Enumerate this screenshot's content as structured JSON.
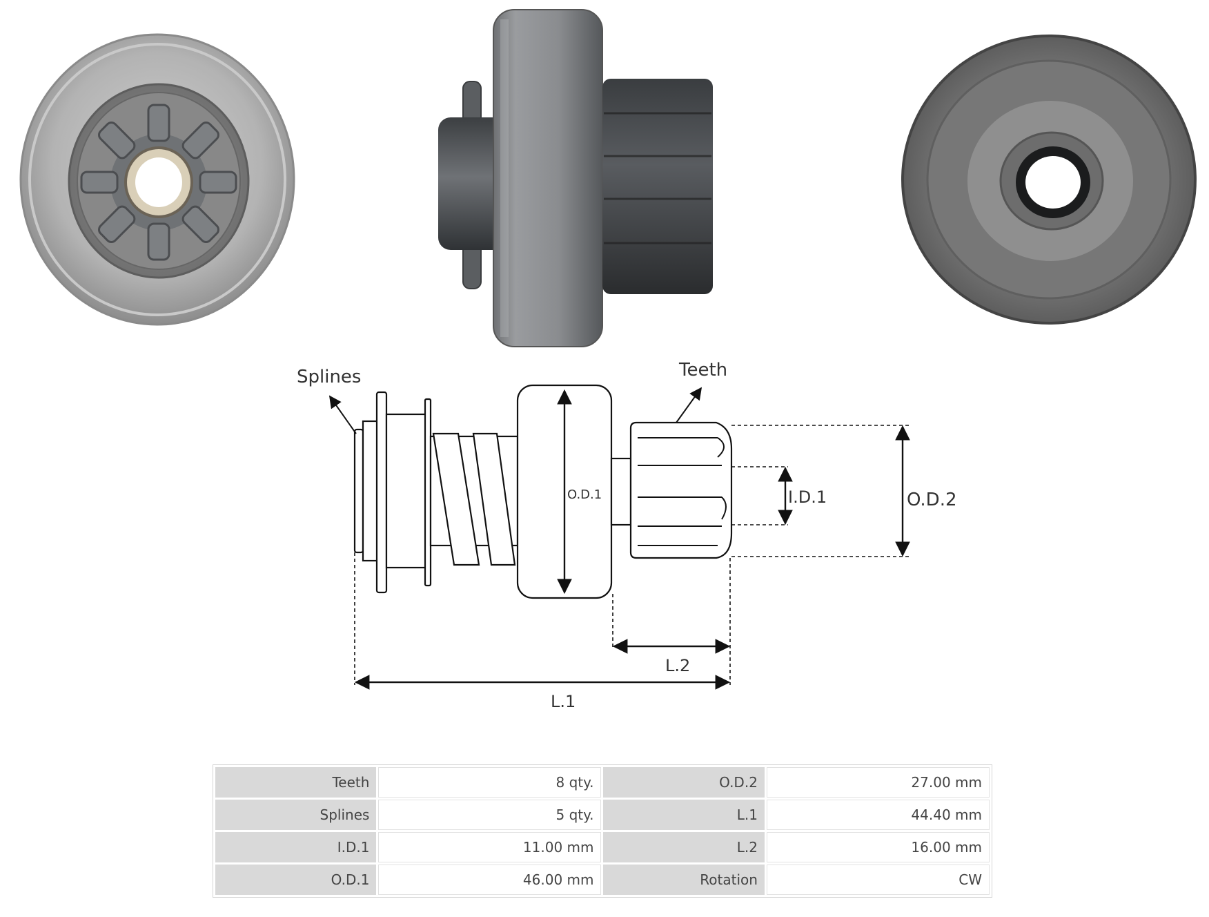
{
  "diagram": {
    "labels": {
      "splines": "Splines",
      "teeth": "Teeth",
      "od1": "O.D.1",
      "id1": "I.D.1",
      "od2": "O.D.2",
      "l1": "L.1",
      "l2": "L.2"
    }
  },
  "specs": {
    "rows": [
      {
        "k1": "Teeth",
        "v1": "8 qty.",
        "k2": "O.D.2",
        "v2": "27.00 mm"
      },
      {
        "k1": "Splines",
        "v1": "5 qty.",
        "k2": "L.1",
        "v2": "44.40 mm"
      },
      {
        "k1": "I.D.1",
        "v1": "11.00 mm",
        "k2": "L.2",
        "v2": "16.00 mm"
      },
      {
        "k1": "O.D.1",
        "v1": "46.00 mm",
        "k2": "Rotation",
        "v2": "CW"
      }
    ]
  },
  "colors": {
    "metal_light": "#b4b4b4",
    "metal_dark": "#4a4d50",
    "table_header": "#d9d9d9"
  }
}
